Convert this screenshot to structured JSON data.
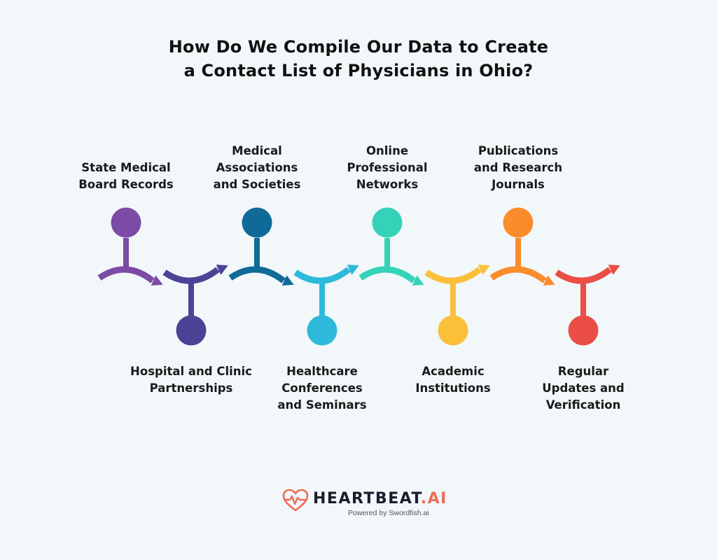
{
  "title": {
    "lines": [
      "How Do We Compile Our Data to Create",
      "a Contact List of Physicians in Ohio?"
    ]
  },
  "steps": [
    {
      "lines": [
        "State Medical",
        "Board Records"
      ],
      "color": "#7b4ba6",
      "position": "top"
    },
    {
      "lines": [
        "Hospital and Clinic",
        "Partnerships"
      ],
      "color": "#4a4396",
      "position": "bottom"
    },
    {
      "lines": [
        "Medical",
        "Associations",
        "and Societies"
      ],
      "color": "#0f6a98",
      "position": "top"
    },
    {
      "lines": [
        "Healthcare",
        "Conferences",
        "and Seminars"
      ],
      "color": "#2db9d9",
      "position": "bottom"
    },
    {
      "lines": [
        "Online",
        "Professional",
        "Networks"
      ],
      "color": "#34d3b7",
      "position": "top"
    },
    {
      "lines": [
        "Academic",
        "Institutions"
      ],
      "color": "#fbbf3a",
      "position": "bottom"
    },
    {
      "lines": [
        "Publications",
        "and Research",
        "Journals"
      ],
      "color": "#fb8c2b",
      "position": "top"
    },
    {
      "lines": [
        "Regular",
        "Updates and",
        "Verification"
      ],
      "color": "#ea4e44",
      "position": "bottom"
    }
  ],
  "footer": {
    "brand_main": "HEARTBEAT",
    "brand_accent": ".AI",
    "tagline": "Powered by Swordfish.ai",
    "accent_color": "#ee6b57"
  }
}
